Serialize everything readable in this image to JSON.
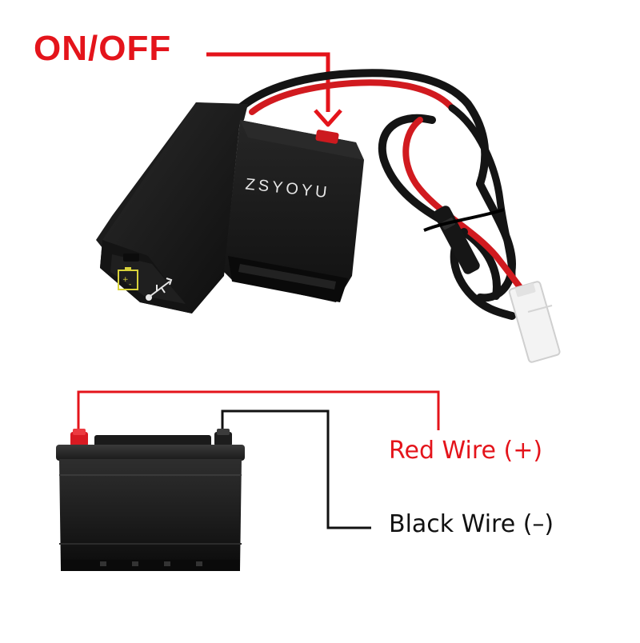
{
  "labels": {
    "switch": "ON/OFF",
    "red_wire": "Red Wire (+)",
    "black_wire": "Black Wire (–)"
  },
  "device": {
    "brand": "ZSYOYU",
    "icons": [
      "battery-icon",
      "usb-icon"
    ]
  },
  "colors": {
    "red": "#e4141b",
    "black": "#111111",
    "accent_yellow": "#d8d23a"
  }
}
